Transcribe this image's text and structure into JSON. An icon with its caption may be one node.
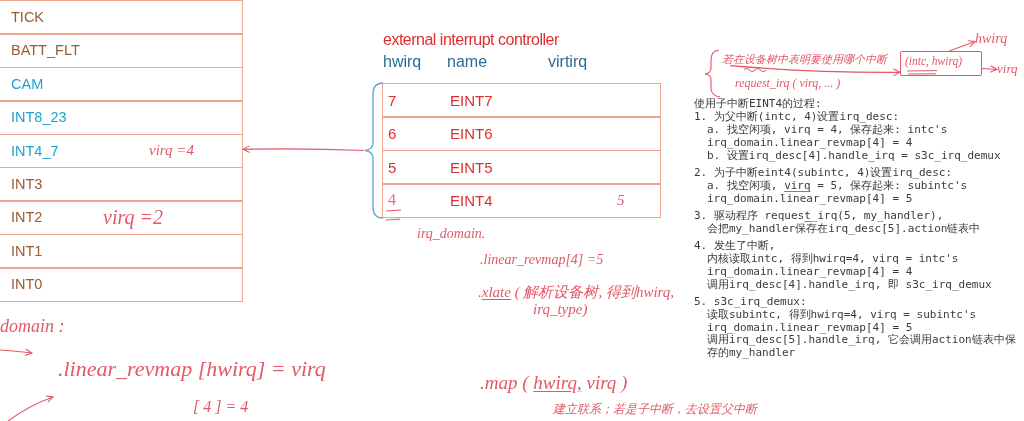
{
  "diagram": {
    "nodes": [
      {
        "text": [
          "TICK"
        ]
      },
      {
        "text": [
          "BATT_FLT"
        ]
      },
      {
        "text": [
          "CAM"
        ]
      },
      {
        "text": [
          "INT8_23"
        ]
      },
      {
        "text": [
          "INT4_7",
          "virq =4"
        ]
      },
      {
        "text": [
          "INT3"
        ]
      },
      {
        "text": [
          "INT2",
          "virq =2"
        ]
      },
      {
        "text": [
          "INT1"
        ]
      },
      {
        "text": [
          "INT0"
        ]
      },
      {
        "text": [
          "7",
          "EINT7"
        ]
      },
      {
        "text": [
          "6",
          "EINT6"
        ]
      },
      {
        "text": [
          "5",
          "EINT5"
        ]
      },
      {
        "text": [
          "4",
          "EINT4",
          "5"
        ]
      },
      {
        "text": [],
        "shape": "brace"
      },
      {
        "text": [
          "若在设备树中表明要使用哪个中断"
        ]
      },
      {
        "text": [
          "(intc, hwirq)"
        ]
      },
      {
        "text": [
          "hwirq"
        ]
      },
      {
        "text": [
          "virq"
        ]
      }
    ],
    "edges": [
      {
        "from": 13,
        "to": 4,
        "arrow": "to"
      },
      {
        "from": 14,
        "to": 15,
        "arrow": "to"
      },
      {
        "from": 15,
        "to": 16,
        "arrow": "to"
      },
      {
        "from": 15,
        "to": 17,
        "arrow": "to"
      }
    ],
    "labels": [
      "external interrupt controller",
      "hwirq",
      "name",
      "virtirq",
      "request_irq ( virq, ... )",
      "使用子中断EINT4的过程:",
      "1. 为父中断(intc, 4)设置irq_desc:",
      "a. 找空闲项, virq = 4, 保存起来: intc's irq_domain.linear_revmap[4] = 4",
      "b. 设置irq_desc[4].handle_irq = s3c_irq_demux",
      "2. 为子中断eint4(subintc, 4)设置irq_desc:",
      "a. 找空闲项, virq = 5, 保存起来: subintc's irq_domain.linear_revmap[4] = 5",
      "3. 驱动程序 request_irq(5, my_handler),",
      "会把my_handler保存在irq_desc[5].action链表中",
      "4. 发生了中断,",
      "内核读取intc, 得到hwirq=4, virq = intc's irq_domain.linear_revmap[4] = 4",
      "调用irq_desc[4].handle_irq, 即 s3c_irq_demux",
      "5. s3c_irq_demux:",
      "读取subintc, 得到hwirq=4, virq = subintc's irq_domain.linear_revmap[4] = 5",
      "调用irq_desc[5].handle_irq, 它会调用action链表中保存的my_handler",
      "irq_domain.",
      ".linear_revmap[4] =5",
      ".xlate ( 解析设备树, 得到hwirq, irq_type)",
      "domain :",
      ".linear_revmap [hwirq] = virq",
      ".map ( hwirq, virq )",
      "[ 4 ] = 4",
      "建立联系；若是子中断，去设置父中断"
    ]
  }
}
